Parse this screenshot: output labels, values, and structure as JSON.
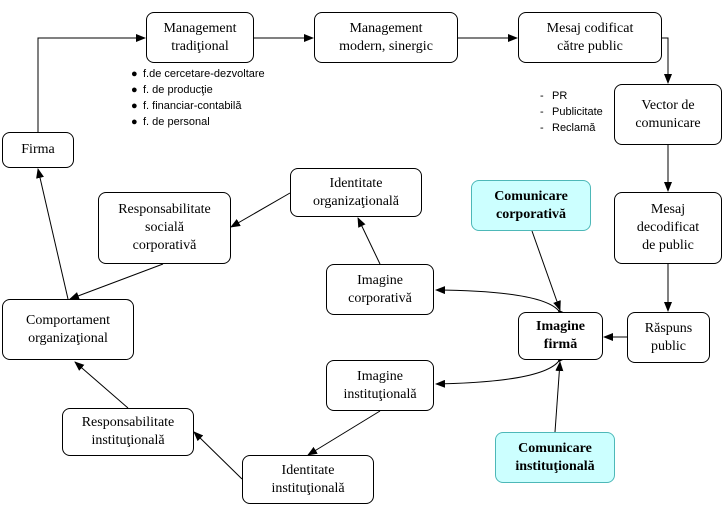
{
  "nodes": {
    "management_traditional": "Management\ntradiţional",
    "management_modern": "Management\nmodern, sinergic",
    "mesaj_codificat": "Mesaj codificat\ncătre public",
    "vector_comunicare": "Vector de\ncomunicare",
    "mesaj_decodificat": "Mesaj\ndecodificat\nde public",
    "raspuns_public": "Răspuns\npublic",
    "imagine_firma": "Imagine\nfirmă",
    "comunicare_corporativa": "Comunicare\ncorporativă",
    "comunicare_institutionala": "Comunicare\ninstituţională",
    "imagine_corporativa": "Imagine\ncorporativă",
    "imagine_institutionala": "Imagine\ninstituţională",
    "identitate_organizationala": "Identitate\norganizaţională",
    "identitate_institutionala": "Identitate\ninstituţională",
    "responsabilitate_sociala": "Responsabilitate\nsocială\ncorporativă",
    "responsabilitate_institutionala": "Responsabilitate\ninstituţională",
    "comportament_organizational": "Comportament\norganizaţional",
    "firma": "Firma"
  },
  "functions_list": {
    "marker": "●",
    "items": [
      "f.de cercetare-dezvoltare",
      "f. de producţie",
      "f. financiar-contabilă",
      "f. de personal"
    ]
  },
  "channels_list": {
    "marker": "-",
    "items": [
      "PR",
      "Publicitate",
      "Reclamă"
    ]
  },
  "colors": {
    "cyan_fill": "#ccffff",
    "cyan_border": "#4db8b8",
    "line": "#000000"
  }
}
